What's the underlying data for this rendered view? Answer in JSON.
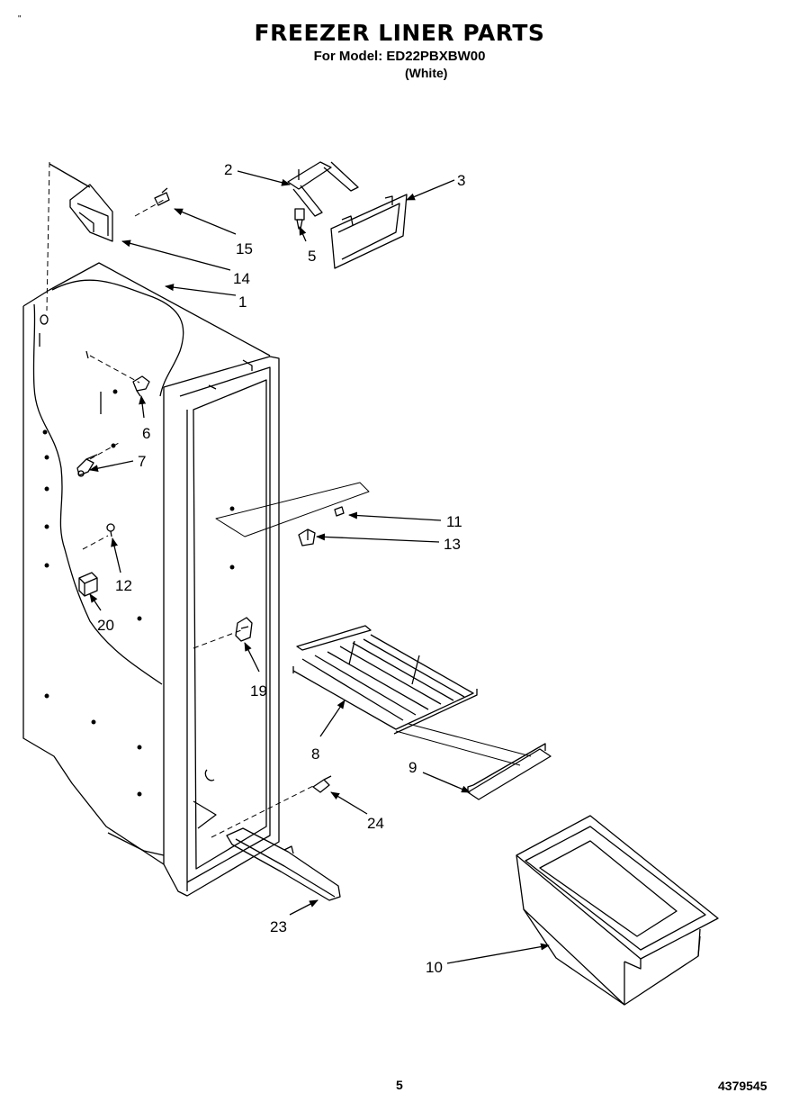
{
  "header": {
    "title": "FREEZER LINER PARTS",
    "model_line": "For Model: ED22PBXBW00",
    "color_note": "(White)",
    "corner_mark": "\""
  },
  "footer": {
    "page_number": "5",
    "document_number": "4379545"
  },
  "callouts": [
    {
      "id": "c1",
      "label": "1"
    },
    {
      "id": "c2",
      "label": "2"
    },
    {
      "id": "c3",
      "label": "3"
    },
    {
      "id": "c5",
      "label": "5"
    },
    {
      "id": "c6",
      "label": "6"
    },
    {
      "id": "c7",
      "label": "7"
    },
    {
      "id": "c8",
      "label": "8"
    },
    {
      "id": "c9",
      "label": "9"
    },
    {
      "id": "c10",
      "label": "10"
    },
    {
      "id": "c11",
      "label": "11"
    },
    {
      "id": "c12",
      "label": "12"
    },
    {
      "id": "c13",
      "label": "13"
    },
    {
      "id": "c14",
      "label": "14"
    },
    {
      "id": "c15",
      "label": "15"
    },
    {
      "id": "c19",
      "label": "19"
    },
    {
      "id": "c20",
      "label": "20"
    },
    {
      "id": "c23",
      "label": "23"
    },
    {
      "id": "c24",
      "label": "24"
    }
  ]
}
